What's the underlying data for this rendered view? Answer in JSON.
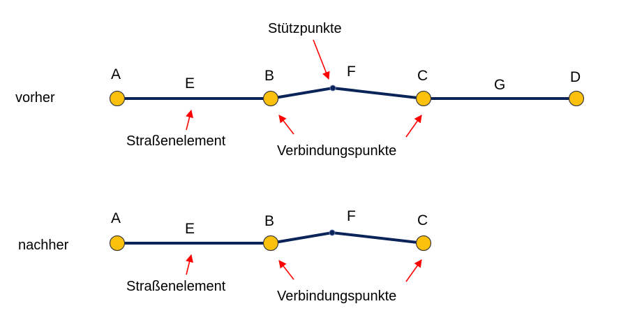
{
  "colors": {
    "line": "#0a2459",
    "node_fill": "#fcc10d",
    "node_stroke": "#3a3a3a",
    "arrow": "#ff0000",
    "text": "#000000"
  },
  "top": {
    "row_label": "vorher",
    "nodes": {
      "A": "A",
      "B": "B",
      "C": "C",
      "D": "D"
    },
    "edges": {
      "E": "E",
      "F": "F",
      "G": "G"
    },
    "annotations": {
      "stuetzpunkte": "Stützpunkte",
      "strassenelement": "Straßenelement",
      "verbindungspunkte": "Verbindungspunkte"
    }
  },
  "bottom": {
    "row_label": "nachher",
    "nodes": {
      "A": "A",
      "B": "B",
      "C": "C"
    },
    "edges": {
      "E": "E",
      "F": "F"
    },
    "annotations": {
      "strassenelement": "Straßenelement",
      "verbindungspunkte": "Verbindungspunkte"
    }
  }
}
